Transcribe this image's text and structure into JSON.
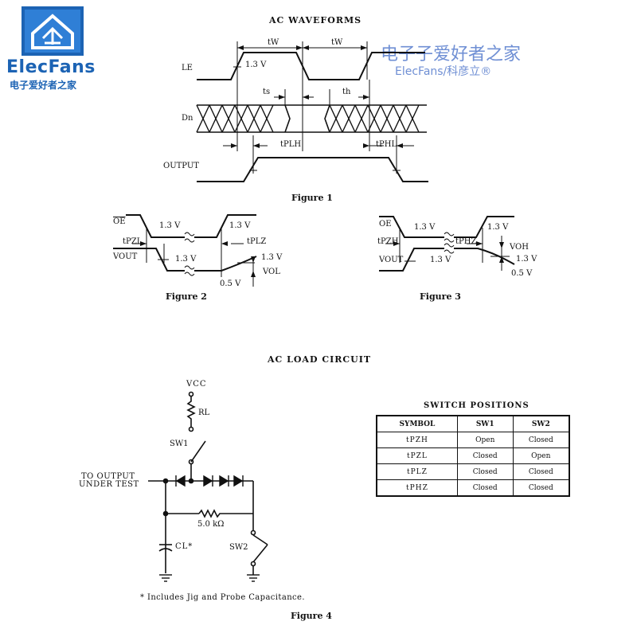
{
  "watermark": {
    "logo_text": "ElecFans",
    "logo_sub": "电子爱好者之家",
    "site_cn": "电子子爱好者之家",
    "site_en": "ElecFans/科彦立®"
  },
  "colors": {
    "logo_blue": "#1c63b4",
    "watermark_blue": "#6f8fd4",
    "ink": "#111111"
  },
  "ac_waveforms": {
    "title": "AC WAVEFORMS",
    "figure1": {
      "caption": "Figure 1",
      "signals": {
        "le": "LE",
        "dn": "Dn",
        "output": "OUTPUT"
      },
      "labels": {
        "tw1": "tW",
        "tw2": "tW",
        "v13": "1.3 V",
        "ts": "ts",
        "th": "th",
        "tplh": "tPLH",
        "tphl": "tPHL"
      }
    },
    "figure2": {
      "caption": "Figure 2",
      "labels": {
        "oe": "OE",
        "vout": "VOUT",
        "v13a": "1.3 V",
        "v13b": "1.3 V",
        "v13c": "1.3 V",
        "v13d": "1.3 V",
        "tpzl": "tPZL",
        "tplz": "tPLZ",
        "vol": "VOL",
        "v05": "0.5 V"
      }
    },
    "figure3": {
      "caption": "Figure 3",
      "labels": {
        "oe": "OE",
        "vout": "VOUT",
        "v13a": "1.3 V",
        "v13b": "1.3 V",
        "v13c": "1.3 V",
        "v13d": "1.3 V",
        "tpzh": "tPZH",
        "tphz": "tPHZ",
        "voh": "VOH",
        "v05": "0.5 V"
      }
    }
  },
  "ac_load_circuit": {
    "title": "AC LOAD CIRCUIT",
    "figure4": {
      "caption": "Figure 4",
      "labels": {
        "vcc": "VCC",
        "rl": "RL",
        "sw1": "SW1",
        "sw2": "SW2",
        "to_output": "TO OUTPUT",
        "under_test": "UNDER TEST",
        "resistor": "5.0 kΩ",
        "cl": "CL*"
      },
      "footnote": "* Includes Jig and Probe Capacitance."
    }
  },
  "switch_positions": {
    "title": "SWITCH POSITIONS",
    "columns": [
      "SYMBOL",
      "SW1",
      "SW2"
    ],
    "rows": [
      {
        "symbol": "tPZH",
        "sw1": "Open",
        "sw2": "Closed"
      },
      {
        "symbol": "tPZL",
        "sw1": "Closed",
        "sw2": "Open"
      },
      {
        "symbol": "tPLZ",
        "sw1": "Closed",
        "sw2": "Closed"
      },
      {
        "symbol": "tPHZ",
        "sw1": "Closed",
        "sw2": "Closed"
      }
    ]
  }
}
